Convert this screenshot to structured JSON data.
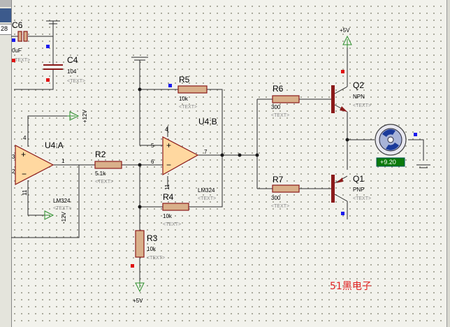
{
  "left_panel": {
    "partial_text": "28"
  },
  "components": {
    "C6": {
      "ref": "C6",
      "value": "0uF",
      "placeholder": "<TEXT>"
    },
    "C4": {
      "ref": "C4",
      "value": "104",
      "placeholder": "<TEXT>"
    },
    "U4A": {
      "ref": "U4:A",
      "part": "LM324",
      "pins": [
        "4",
        "3",
        "2",
        "11",
        "1"
      ],
      "supply_pos": "+12V",
      "supply_neg": "-12V"
    },
    "U4B": {
      "ref": "U4:B",
      "part": "LM324",
      "pins": [
        "4",
        "5",
        "6",
        "11",
        "7"
      ]
    },
    "R2": {
      "ref": "R2",
      "value": "5.1k",
      "placeholder": "<TEXT>"
    },
    "R3": {
      "ref": "R3",
      "value": "10k",
      "placeholder": "<TEXT>"
    },
    "R4": {
      "ref": "R4",
      "value": "10k",
      "placeholder": "<TEXT>"
    },
    "R5": {
      "ref": "R5",
      "value": "10k",
      "placeholder": "<TEXT>"
    },
    "R6": {
      "ref": "R6",
      "value": "300",
      "placeholder": "<TEXT>"
    },
    "R7": {
      "ref": "R7",
      "value": "300",
      "placeholder": "<TEXT>"
    },
    "Q1": {
      "ref": "Q1",
      "type": "PNP",
      "placeholder": "<TEXT>"
    },
    "Q2": {
      "ref": "Q2",
      "type": "NPN",
      "placeholder": "<TEXT>"
    },
    "motor": {
      "readout": "+9.20"
    }
  },
  "power": {
    "top_rail": "+5V",
    "bottom_rail": "+5V"
  },
  "watermark": "51黑电子",
  "colors": {
    "wire": "#2b2b2b",
    "component_outline": "#8b1a1a",
    "component_fill": "#d9b08a",
    "opamp_fill": "#ffd8a0",
    "power_symbol": "#2d8f2d",
    "probe_red": "#e01010",
    "probe_blue": "#1a1aee",
    "motor_readout_bg": "#0a7a0a",
    "watermark": "#e02020"
  }
}
